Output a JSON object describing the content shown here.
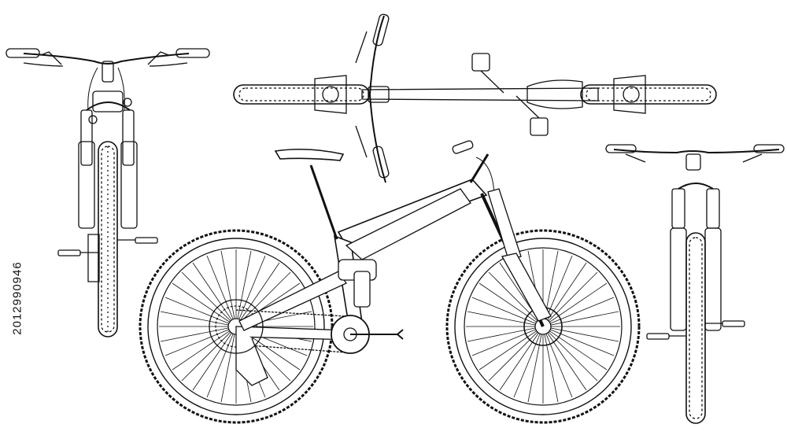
{
  "stock_id": "2012990946",
  "colors": {
    "line": "#111111",
    "background": "#ffffff"
  },
  "views": [
    {
      "key": "front",
      "label": ""
    },
    {
      "key": "top",
      "label": ""
    },
    {
      "key": "side",
      "label": ""
    },
    {
      "key": "rear",
      "label": ""
    }
  ]
}
